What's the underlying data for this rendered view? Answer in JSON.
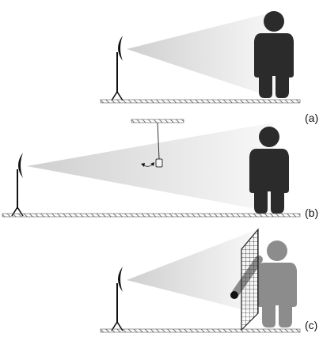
{
  "panels": [
    {
      "label": "(a)",
      "scenario": "direct-illumination"
    },
    {
      "label": "(b)",
      "scenario": "swinging-pendulum-object"
    },
    {
      "label": "(c)",
      "scenario": "mesh-occluder"
    }
  ],
  "colors": {
    "person_dark": "#2b2b2b",
    "person_grey": "#8c8c8c",
    "beam_near": "#d0d0d0",
    "beam_far": "#f7f7f7",
    "ground": "#555555",
    "lamp": "#111111",
    "mesh": "#333333"
  },
  "icons": [
    "lamp-icon",
    "person-icon",
    "pendulum-icon",
    "mesh-screen-icon"
  ]
}
